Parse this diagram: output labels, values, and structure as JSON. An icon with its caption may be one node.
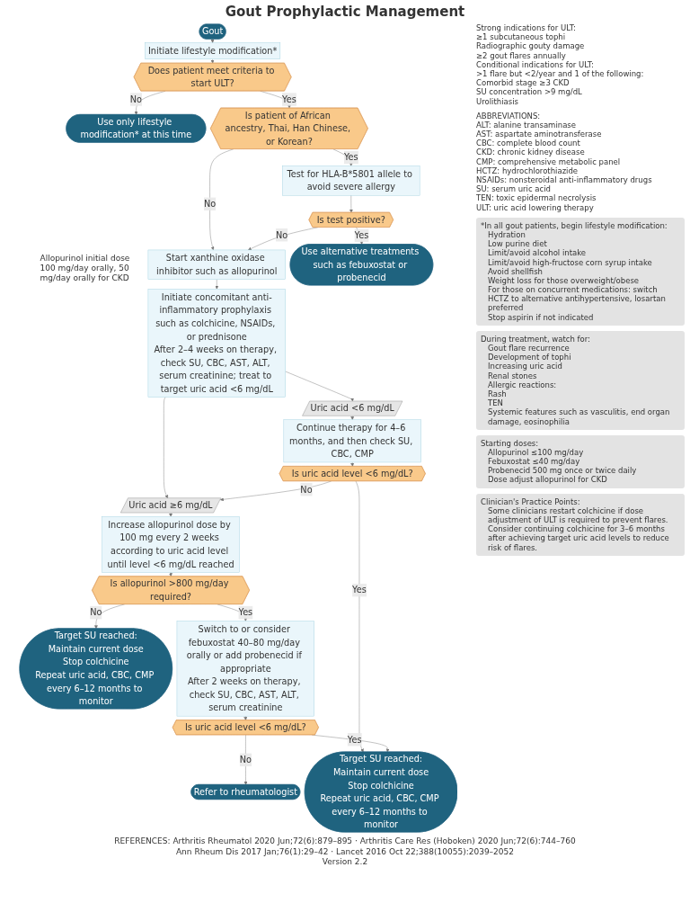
{
  "diagram": {
    "title": "Gout Prophylactic Management",
    "nodes": [
      {
        "text": [
          "Gout"
        ]
      },
      {
        "text": [
          "Initiate lifestyle modification*"
        ]
      },
      {
        "text": [
          "Does patient meet criteria to start ULT?"
        ]
      },
      {
        "text": [
          "Use only lifestyle modification* at this time"
        ]
      },
      {
        "text": [
          "Is patient of African ancestry, Thai, Han Chinese, or Korean?"
        ]
      },
      {
        "text": [
          "Start xanthine oxidase inhibitor such as allopurinol"
        ],
        "beside": [
          "Allopurinol initial dose 100 mg/day orally, 50 mg/day orally for CKD"
        ]
      },
      {
        "text": [
          "Test for HLA-B*5801 allele to avoid severe allergy"
        ]
      },
      {
        "text": [
          "Is test positive?"
        ]
      },
      {
        "text": [
          "Use alternative treatments such as febuxostat or probenecid"
        ]
      },
      {
        "text": [
          "Initiate concomitant anti-inflammatory prophylaxis such as colchicine, NSAIDs, or prednisone",
          "After 2–4 weeks on therapy, check SU, CBC, AST, ALT, serum creatinine; treat to target uric acid <6 mg/dL"
        ]
      },
      {
        "text": [
          "Uric acid <6 mg/dL"
        ]
      },
      {
        "text": [
          "Uric acid ≥6 mg/dL"
        ]
      },
      {
        "text": [
          "Continue therapy for 4–6 months, and then check SU, CBC, CMP"
        ]
      },
      {
        "text": [
          "Is uric acid level <6 mg/dL?"
        ]
      },
      {
        "text": [
          "Increase allopurinol dose by 100 mg every 2 weeks according to uric acid level until level <6 mg/dL reached"
        ]
      },
      {
        "text": [
          "Is allopurinol >800 mg/day required?"
        ]
      },
      {
        "text": [
          "Target SU reached:",
          "Maintain current dose",
          "Stop colchicine",
          "Repeat uric acid, CBC, CMP every 6–12 months to monitor"
        ]
      },
      {
        "text": [
          "Target SU reached:",
          "Maintain current dose",
          "Stop colchicine",
          "Repeat uric acid, CBC, CMP every 6–12 months to monitor"
        ]
      },
      {
        "text": [
          "Switch to or consider febuxostat 40–80 mg/day orally or add probenecid if appropriate",
          "After 2 weeks on therapy, check SU, CBC, AST, ALT, serum creatinine"
        ]
      },
      {
        "text": [
          "Is uric acid level <6 mg/dL?"
        ]
      },
      {
        "text": [
          "Refer to rheumatologist"
        ]
      },
      {
        "text": [
          "*In all gout patients, begin lifestyle modification:",
          "Hydration",
          "Low purine diet",
          "Limit/avoid alcohol intake",
          "Limit/avoid high-fructose corn syrup intake",
          "Avoid shellfish",
          "Weight loss for those overweight/obese",
          "For those on concurrent medications: switch HCTZ to alternative antihypertensive, losartan preferred",
          "Stop aspirin if not indicated"
        ]
      },
      {
        "text": [
          "During treatment, watch for:",
          "Gout flare recurrence",
          "Development of tophi",
          "Increasing uric acid",
          "Renal stones",
          "Allergic reactions:",
          "Rash",
          "TEN",
          "Systemic features such as vasculitis, end organ damage, eosinophilia"
        ]
      },
      {
        "text": [
          "Starting doses:",
          "Allopurinol ≤100 mg/day",
          "Febuxostat ≤40 mg/day",
          "Probenecid 500 mg once or twice daily",
          "Dose adjust allopurinol for CKD"
        ]
      },
      {
        "text": [
          "Clinician's Practice Points:",
          "Some clinicians restart colchicine if dose adjustment of ULT is required to prevent flares.",
          "Consider continuing colchicine for 3–6 months after achieving target uric acid levels to reduce risk of flares."
        ]
      }
    ],
    "edges": [
      {
        "from": 0,
        "to": 1,
        "arrow": "to"
      },
      {
        "from": 1,
        "to": 2,
        "arrow": "to"
      },
      {
        "from": 2,
        "to": 3,
        "label": "No",
        "arrow": "to"
      },
      {
        "from": 2,
        "to": 4,
        "label": "Yes",
        "arrow": "to"
      },
      {
        "from": 4,
        "to": 5,
        "label": "No",
        "arrow": "to"
      },
      {
        "from": 4,
        "to": 6,
        "label": "Yes",
        "arrow": "to"
      },
      {
        "from": 6,
        "to": 7,
        "arrow": "to"
      },
      {
        "from": 7,
        "to": 5,
        "label": "No",
        "arrow": "to"
      },
      {
        "from": 7,
        "to": 8,
        "label": "Yes",
        "arrow": "to"
      },
      {
        "from": 5,
        "to": 9,
        "arrow": "to"
      },
      {
        "from": 9,
        "to": 10,
        "arrow": "to"
      },
      {
        "from": 9,
        "to": 11,
        "arrow": "to"
      },
      {
        "from": 10,
        "to": 12,
        "arrow": "to"
      },
      {
        "from": 12,
        "to": 13,
        "arrow": "to"
      },
      {
        "from": 13,
        "to": 11,
        "label": "No",
        "arrow": "to"
      },
      {
        "from": 13,
        "to": 17,
        "label": "Yes",
        "arrow": "to"
      },
      {
        "from": 11,
        "to": 14,
        "arrow": "to"
      },
      {
        "from": 14,
        "to": 15,
        "arrow": "to"
      },
      {
        "from": 15,
        "to": 16,
        "label": "No",
        "arrow": "to"
      },
      {
        "from": 15,
        "to": 18,
        "label": "Yes",
        "arrow": "to"
      },
      {
        "from": 18,
        "to": 19,
        "arrow": "to"
      },
      {
        "from": 19,
        "to": 20,
        "label": "No",
        "arrow": "to"
      },
      {
        "from": 19,
        "to": 17,
        "label": "Yes",
        "arrow": "to"
      }
    ],
    "labels": [
      "Strong indications for ULT:",
      "≥1 subcutaneous tophi",
      "Radiographic gouty damage",
      "≥2 gout flares annually",
      "Conditional indications for ULT:",
      ">1 flare but <2/year and 1 of the following:",
      "Comorbid stage ≥3 CKD",
      "SU concentration >9 mg/dL",
      "Urolithiasis",
      "ABBREVIATIONS:",
      "ALT: alanine transaminase",
      "AST: aspartate aminotransferase",
      "CBC: complete blood count",
      "CKD: chronic kidney disease",
      "CMP: comprehensive metabolic panel",
      "HCTZ: hydrochlorothiazide",
      "NSAIDs: nonsteroidal anti-inflammatory drugs",
      "SU: serum uric acid",
      "TEN: toxic epidermal necrolysis",
      "ULT: uric acid lowering therapy",
      "REFERENCES: Arthritis Rheumatol 2020 Jun;72(6):879–895 · Arthritis Care Res (Hoboken) 2020 Jun;72(6):744–760",
      "Ann Rheum Dis 2017 Jan;76(1):29–42 · Lancet 2016 Oct 22;388(10055):2039–2052",
      "Version 2.2"
    ]
  }
}
